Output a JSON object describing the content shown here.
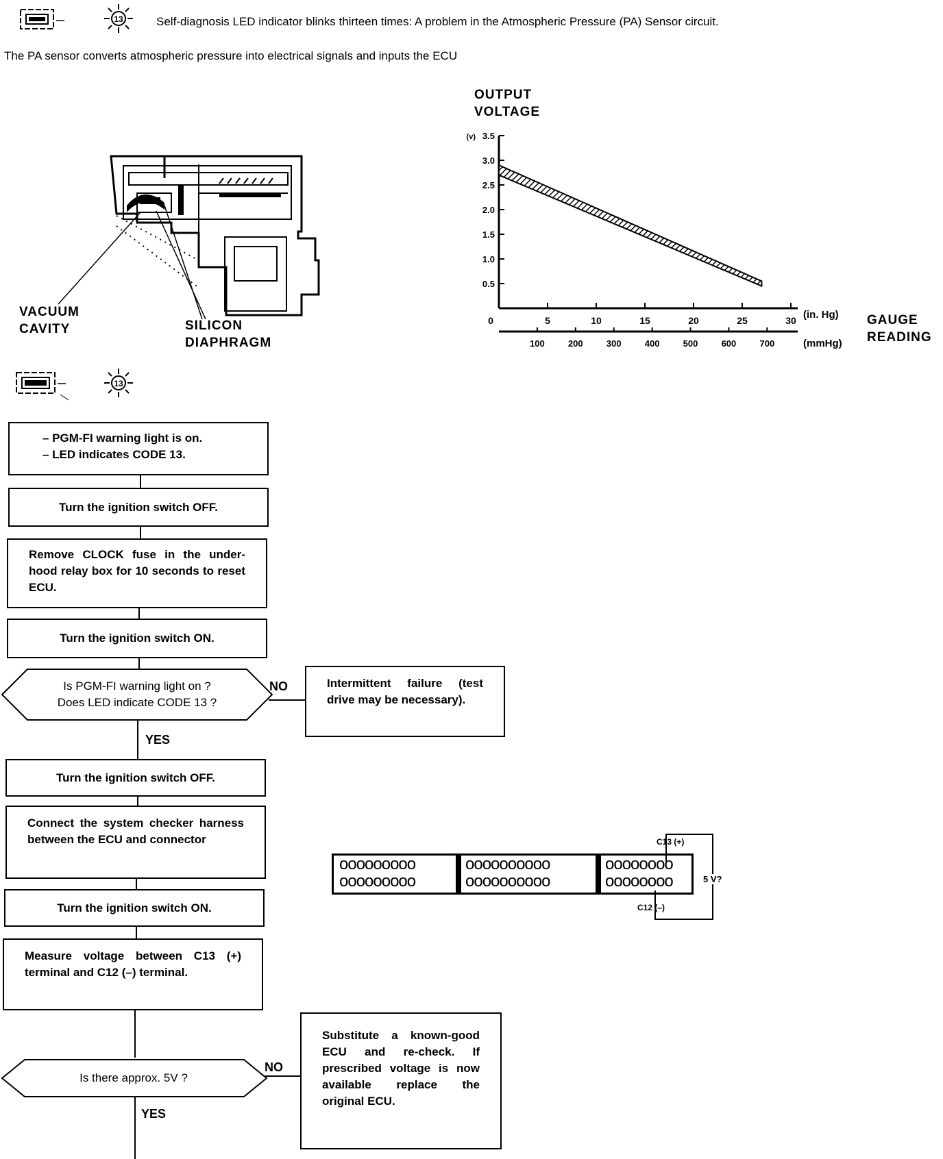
{
  "header": {
    "led_code": "13",
    "text": "Self-diagnosis LED indicator blinks thirteen times: A problem in the Atmospheric Pressure (PA) Sensor circuit."
  },
  "intro": "The PA sensor converts atmospheric pressure into electrical signals and inputs the ECU",
  "sensor_diagram": {
    "label_vacuum": [
      "VACUUM",
      "CAVITY"
    ],
    "label_silicon": [
      "SILICON",
      "DIAPHRAGM"
    ]
  },
  "chart_data": {
    "type": "line",
    "title": "",
    "ylabel": [
      "OUTPUT",
      "VOLTAGE"
    ],
    "ylabel_unit": "(v)",
    "xlabel": [
      "GAUGE",
      "READING"
    ],
    "ylim": [
      0,
      3.5
    ],
    "xlim": [
      0,
      30
    ],
    "y_ticks": [
      "3.5",
      "3.0",
      "2.5",
      "2.0",
      "1.5",
      "1.0",
      "0.5"
    ],
    "x_ticks_inhg": [
      "0",
      "5",
      "10",
      "15",
      "20",
      "25",
      "30"
    ],
    "x_unit_inhg": "(in. Hg)",
    "x_ticks_mmhg": [
      "100",
      "200",
      "300",
      "400",
      "500",
      "600",
      "700"
    ],
    "x_unit_mmhg": "(mmHg)",
    "series": [
      {
        "x": [
          0,
          27
        ],
        "y_upper": [
          2.9,
          0.55
        ],
        "y_lower": [
          2.7,
          0.45
        ]
      }
    ]
  },
  "flow": {
    "led_code": "13",
    "step1": [
      "– PGM-FI warning light is on.",
      "– LED indicates CODE 13."
    ],
    "step2": "Turn the ignition switch OFF.",
    "step3": "Remove CLOCK fuse in the under-hood relay box for 10 seconds to reset ECU.",
    "step4": "Turn the ignition switch ON.",
    "decision1": [
      "Is PGM-FI warning light on ?",
      "Does LED indicate CODE 13 ?"
    ],
    "no1": "NO",
    "result1": "Intermittent failure (test drive may be necessary).",
    "yes1": "YES",
    "step5": "Turn the ignition switch OFF.",
    "step6": "Connect the system checker harness between the ECU and connector",
    "step7": "Turn the ignition switch ON.",
    "step8": "Measure voltage between C13 (+) terminal and C12 (–) terminal.",
    "decision2": "Is there approx. 5V ?",
    "no2": "NO",
    "result2": "Substitute a known-good ECU and re-check. If prescribed voltage is now available replace the original ECU.",
    "yes2": "YES"
  },
  "connector": {
    "block1_row": "ooooooooo",
    "block2_row": "oooooooooo",
    "block3_row": "oooooooo",
    "label_c13": "C13 (+)",
    "label_c12": "C12 (–)",
    "label_voltage": "5 V?"
  }
}
